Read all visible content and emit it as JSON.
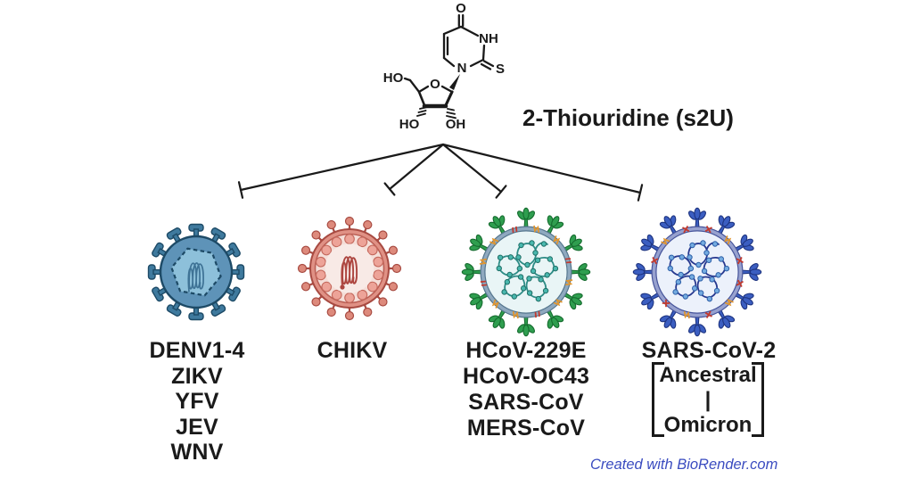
{
  "molecule": {
    "name": "2-Thiouridine (s2U)",
    "atoms": {
      "carbonyl_o": "O",
      "n3h": "NH",
      "thione_s": "S",
      "n1": "N",
      "ribose_o": "O",
      "ho_5prime": "HO",
      "ho_3prime": "HO",
      "oh_2prime": "OH"
    }
  },
  "groups": [
    {
      "virion": "flavivirus-virion",
      "viruses": [
        "DENV1-4",
        "ZIKV",
        "YFV",
        "JEV",
        "WNV"
      ]
    },
    {
      "virion": "alphavirus-virion",
      "viruses": [
        "CHIKV"
      ]
    },
    {
      "virion": "coronavirus-green-virion",
      "viruses": [
        "HCoV-229E",
        "HCoV-OC43",
        "SARS-CoV",
        "MERS-CoV"
      ]
    },
    {
      "virion": "coronavirus-blue-virion",
      "viruses": [
        "SARS-CoV-2"
      ],
      "variants": {
        "top": "Ancestral",
        "separator": "|",
        "bottom": "Omicron"
      }
    }
  ],
  "credit": "Created with BioRender.com",
  "palette": {
    "c-text": "#1a1a1a",
    "c-credit": "#3b4cc0",
    "c-flav": "#5e93b8",
    "c-flav-spike": "#3f7a9e",
    "c-flav-dark": "#1d4a66",
    "c-flav-light": "#8dc0da",
    "c-flav-rna": "#3f7396",
    "c-chikv": "#e09185",
    "c-chikv-head": "#dd8a7c",
    "c-chikv-dark": "#a84b42",
    "c-chikv-light": "#f5ded8",
    "c-chikv-rna": "#ad4640",
    "c-mem": "#8fa9bf",
    "c-cov-core": "#e9f5f6",
    "c-spike-green": "#2f9e4f",
    "c-spike-green-dark": "#156b2e",
    "c-rna-teal": "#2d8c86",
    "c-bead-teal": "#49b8ae",
    "c-mem-blue": "#97a1cf",
    "c-cov-core-blue": "#ecf1fb",
    "c-spike-blue": "#3b5ec1",
    "c-spike-blue-dark": "#1e3480",
    "c-rna-navy": "#27388f",
    "c-bead-blue": "#74abe0",
    "c-orange": "#e0952e",
    "c-red": "#c23a2e"
  }
}
